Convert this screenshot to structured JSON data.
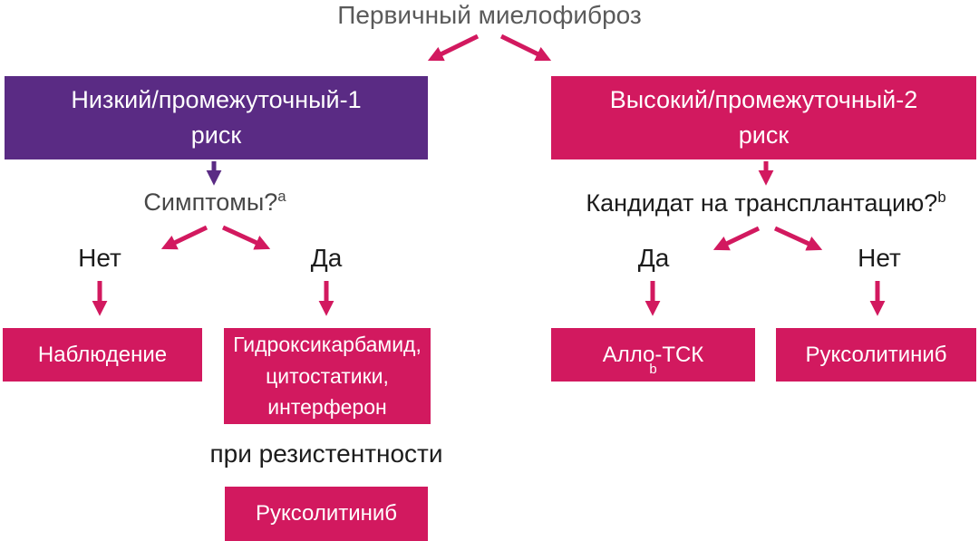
{
  "palette": {
    "pink": "#d2195f",
    "purple": "#5a2b84",
    "gray_text": "#5a5a5a",
    "question_gray": "#474747",
    "dark_text": "#1c1c1c",
    "box_text": "#ffffff"
  },
  "title": "Первичный миелофиброз",
  "left": {
    "box": {
      "line1": "Низкий/промежуточный-1",
      "line2": "риск"
    },
    "question": {
      "text": "Симптомы?",
      "sup": "a"
    },
    "no_label": "Нет",
    "yes_label": "Да",
    "no_outcome": "Наблюдение",
    "yes_outcome": {
      "line1": "Гидроксикарбамид,",
      "line2": "цитостатики,",
      "line3": "интерферон"
    },
    "resistance_note": "при резистентности",
    "resistance_outcome": "Руксолитиниб"
  },
  "right": {
    "box": {
      "line1": "Высокий/промежуточный-2",
      "line2": "риск"
    },
    "question": {
      "text": "Кандидат на трансплантацию?",
      "sup": "b"
    },
    "yes_label": "Да",
    "no_label": "Нет",
    "yes_outcome": {
      "text": "Алло-ТСК",
      "sup": "b"
    },
    "no_outcome": "Руксолитиниб"
  }
}
